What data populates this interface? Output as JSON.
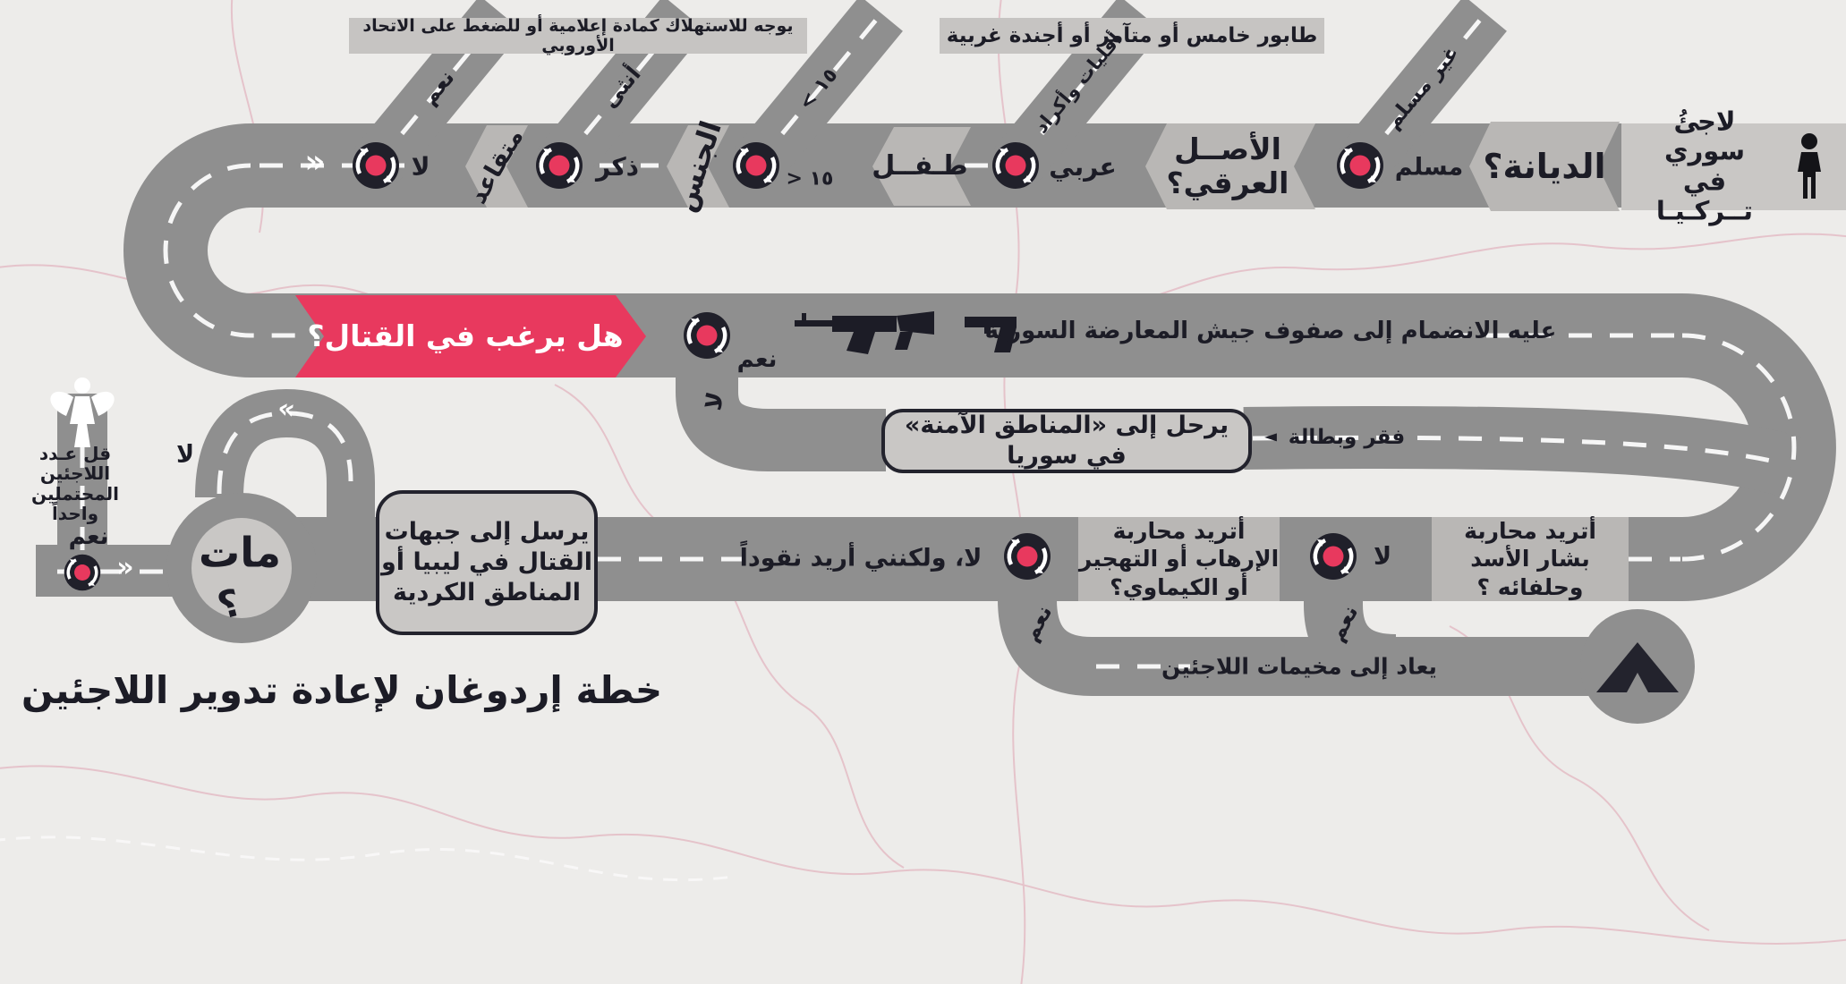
{
  "title": "خطة إردوغان لإعادة تدوير اللاجئين",
  "start": {
    "label": "لاجئُ سوري\nفي تــركـيـا"
  },
  "outcomes": {
    "fifth_column": "طابور خامس أو متآمر أو أجندة غربية",
    "media": "يوجه للاستهلاك كمادة إعلامية أو للضغط على الاتحاد الأوروبي",
    "camps": "يعاد إلى مخيمات اللاجئين",
    "one_less": "قل عـدد\nاللاجئين\nالمحتملين\nواحداً"
  },
  "stations": {
    "religion": {
      "question": "الديانة؟",
      "continue": "مسلم",
      "branch": "غير مسلم"
    },
    "ethnicity": {
      "question": "الأصــل\nالعرقي؟",
      "continue": "عربي",
      "branch": "أقليات وأكراد"
    },
    "age": {
      "question": "طـفــل",
      "continue": "> ١٥",
      "branch": "< ١٥"
    },
    "gender": {
      "question": "الجنس",
      "continue": "ذكر",
      "branch": "أنثى"
    },
    "retirement": {
      "question": "متقاعد",
      "continue": "لا",
      "branch": "نعم"
    }
  },
  "fight": {
    "question": "هل يرغب في القتال؟",
    "yes": "نعم",
    "no": "لا",
    "join": "عليه الانضمام إلى صفوف جيش المعارضة السورية",
    "safe_zones": "يرحل إلى «المناطق الآمنة» في سوريا",
    "poverty": "فقر وبطالة"
  },
  "assad": {
    "question": "أتريد محاربة\nبشار الأسد\nوحلفائه ؟",
    "no": "لا",
    "yes": "نعم"
  },
  "terror": {
    "question": "أتريد محاربة\nالإرهاب أو التهجير\nأو الكيماوي؟",
    "no": "لا، ولكنني أريد نقوداً",
    "yes": "نعم"
  },
  "fronts": {
    "sign": "يرسل إلى جبهات\nالقتال في ليبيا أو\nالمناطق الكردية"
  },
  "death": {
    "question": "مات",
    "mark": "؟",
    "yes": "نعم",
    "no": "لا"
  },
  "icons": {
    "refugee": "person-icon",
    "rifle": "rifle-icon",
    "pistol": "pistol-icon",
    "tent": "tent-icon",
    "angel": "angel-icon",
    "roundabout": "roundabout-icon",
    "poverty_arrow": "◄",
    "chevron_left": "«",
    "chevron_right": "»"
  },
  "colors": {
    "accent": "#e8395e",
    "road": "#8f8f8f",
    "ink": "#1c1c26",
    "background": "#edecea"
  }
}
